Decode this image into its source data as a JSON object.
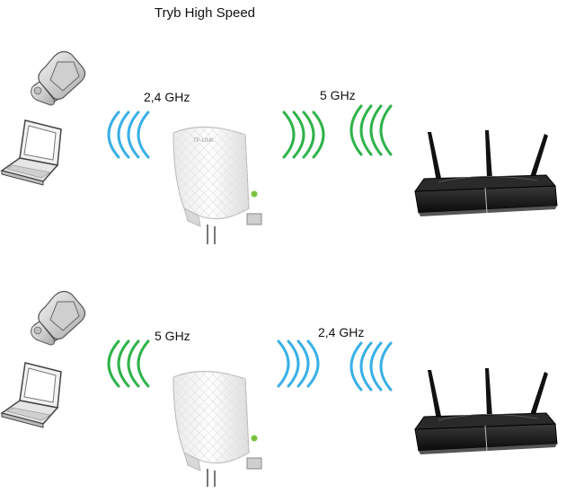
{
  "title": "Tryb High Speed",
  "colors": {
    "wave_blue": "#3ab0e6",
    "wave_green": "#2fb34a"
  },
  "panels": [
    {
      "client_label": "2,4 GHz",
      "client_wave_color": "blue",
      "router_label": "5 GHz",
      "router_wave_color": "green"
    },
    {
      "client_label": "5 GHz",
      "client_wave_color": "green",
      "router_label": "2,4 GHz",
      "router_wave_color": "blue"
    }
  ],
  "extender_brand": "TP-LINK",
  "icons": [
    "phone-icon",
    "laptop-icon",
    "range-extender-icon",
    "router-icon"
  ]
}
